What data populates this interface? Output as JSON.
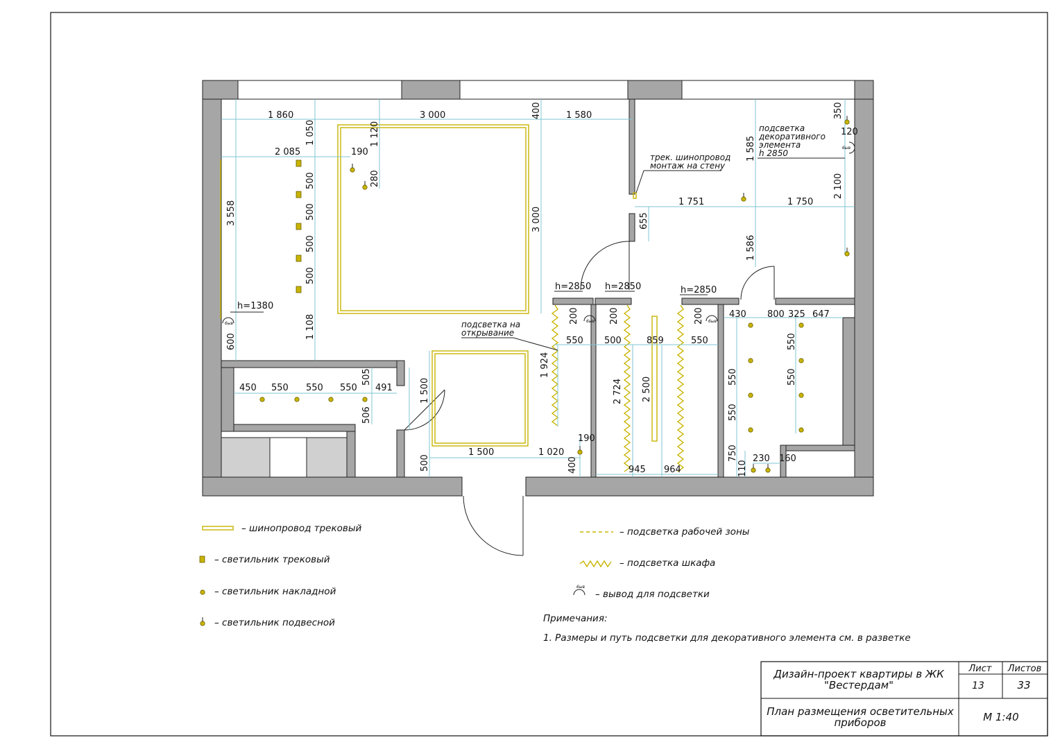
{
  "dimensions": {
    "d1860": "1 860",
    "d3000a": "3 000",
    "d400": "400",
    "d1580": "1 580",
    "d1050": "1 050",
    "d1120": "1 120",
    "d2085": "2 085",
    "d190a": "190",
    "d280": "280",
    "d3558": "3 558",
    "d500a": "500",
    "d500b": "500",
    "d500c": "500",
    "d500d": "500",
    "d1108": "1 108",
    "d600": "600",
    "h1380": "h=1380",
    "d3000b": "3 000",
    "d1585": "1 585",
    "d350": "350",
    "d120": "120",
    "d2100": "2 100",
    "d1751": "1 751",
    "d1750": "1 750",
    "d655": "655",
    "d1586": "1 586",
    "h2850a": "h=2850",
    "h2850b": "h=2850",
    "h2850c": "h=2850",
    "d200a": "200",
    "d200b": "200",
    "d200c": "200",
    "d550a": "550",
    "d500e": "500",
    "d859": "859",
    "d550b": "550",
    "d430": "430",
    "d800": "800",
    "d325": "325",
    "d647": "647",
    "d550c": "550",
    "d550d": "550",
    "d550e": "550",
    "d550f": "550",
    "d750": "750",
    "d230": "230",
    "d160": "160",
    "d110": "110",
    "d1924": "1 924",
    "d2724": "2 724",
    "d2500": "2 500",
    "d945": "945",
    "d964": "964",
    "d190b": "190",
    "d400b": "400",
    "d1020": "1 020",
    "d1500a": "1 500",
    "d1500b": "1 500",
    "d500f": "500",
    "d450": "450",
    "d550g": "550",
    "d550h": "550",
    "d550i": "550",
    "d505": "505",
    "d491": "491",
    "d506": "506"
  },
  "annotations": {
    "decor_1": "подсветка",
    "decor_2": "декоративного",
    "decor_3": "элемента",
    "decor_4": "h 2850",
    "track_wall_1": "трек. шинопровод",
    "track_wall_2": "монтаж на стену",
    "open_1": "подсветка на",
    "open_2": "открывание",
    "outlet_glyph": "6ыв"
  },
  "legend": {
    "track": "– шинопровод трековый",
    "track_lamp": "– светильник трековый",
    "surface_lamp": "– светильник накладной",
    "pendant_lamp": "– светильник подвесной",
    "work_zone": "– подсветка рабочей зоны",
    "wardrobe": "– подсветка шкафа",
    "outlet": "– вывод для подсветки"
  },
  "notes": {
    "heading": "Примечания:",
    "item1": "1. Размеры и путь подсветки для декоративного элемента см. в разветке"
  },
  "title_block": {
    "project_line1": "Дизайн-проект квартиры в ЖК",
    "project_line2": "\"Вестердам\"",
    "sheet_label": "Лист",
    "sheets_label": "Листов",
    "sheet_no": "13",
    "sheets_total": "33",
    "plan_line1": "План размещения осветительных",
    "plan_line2": "приборов",
    "scale": "М 1:40"
  },
  "colors": {
    "wall": "#a6a6a6",
    "dimension_line": "#7fc6d3",
    "lighting": "#c8b400"
  }
}
